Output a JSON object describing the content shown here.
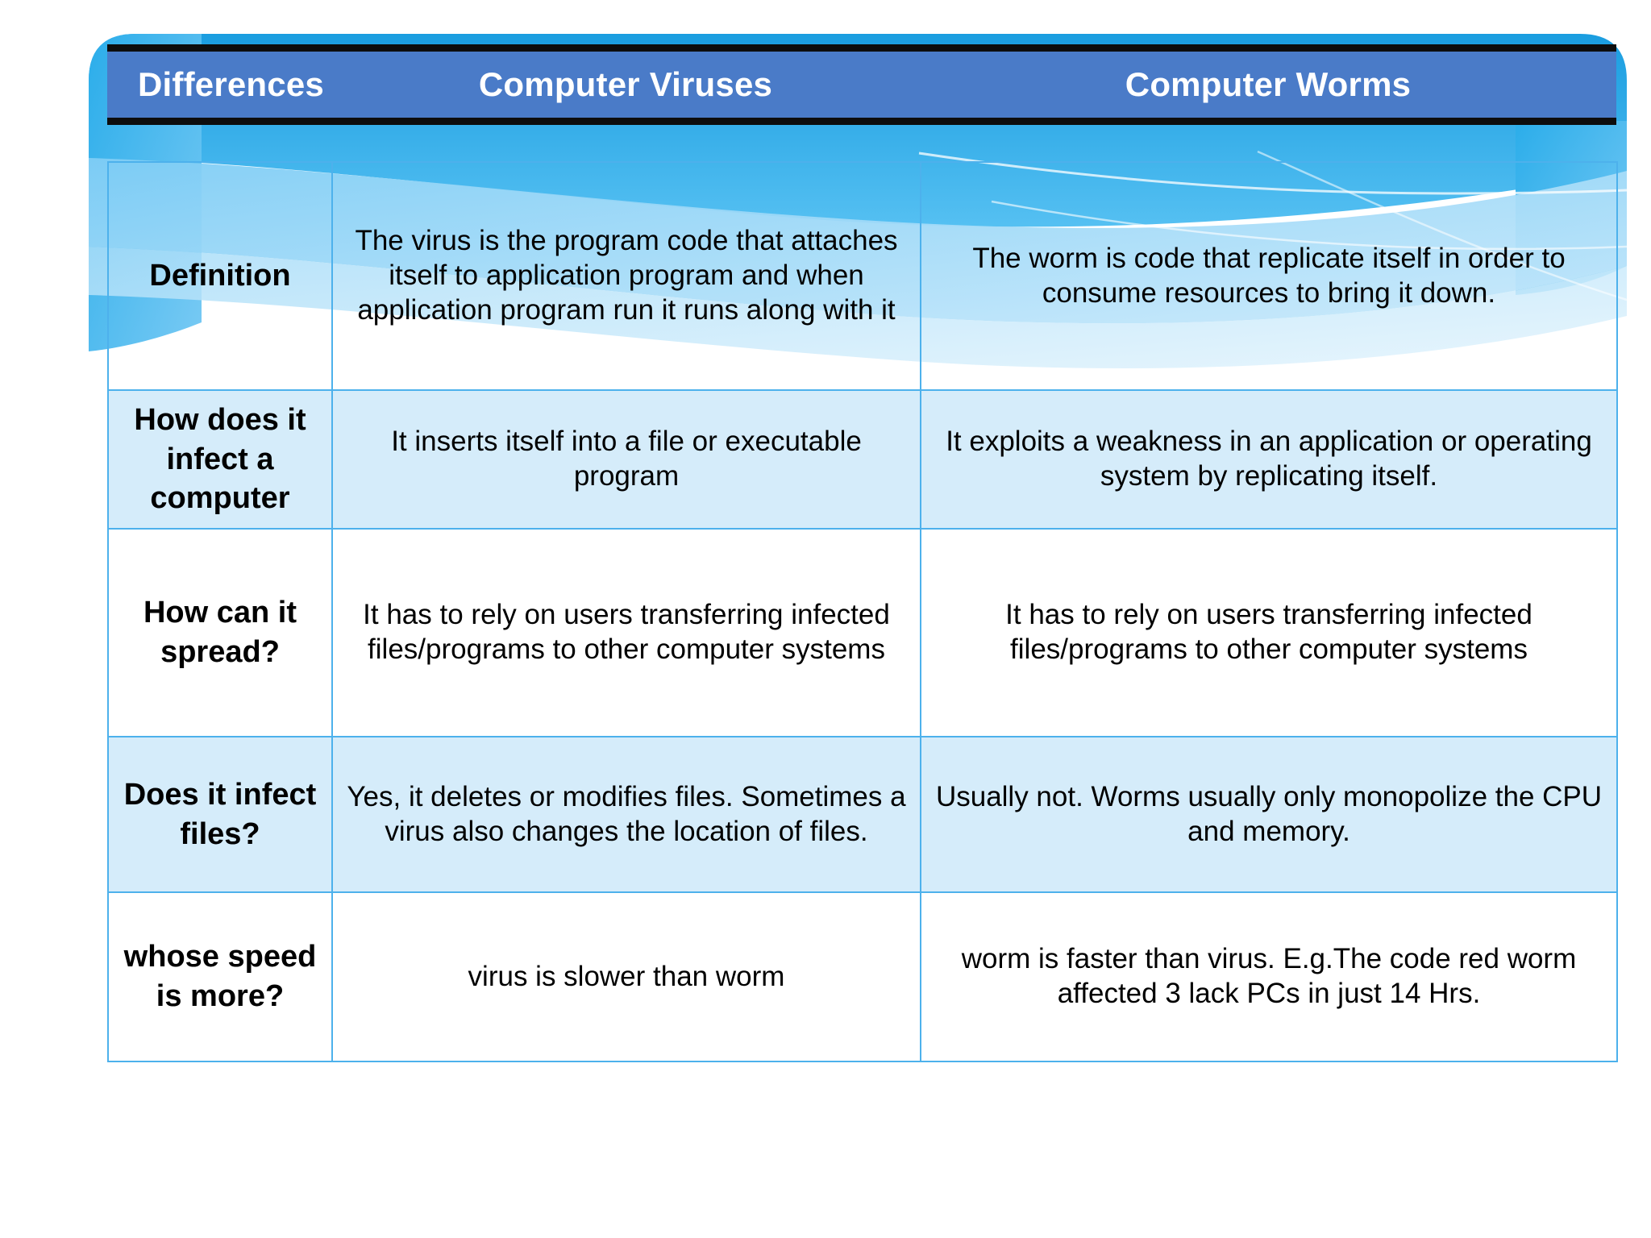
{
  "slide": {
    "accent_color": "#4db1ec",
    "header_bg_color": "#4a7bc8",
    "header_text_color": "#ffffff",
    "row_tint_color": "#d5ecfa",
    "border_color": "#4db1ec"
  },
  "table": {
    "headers": [
      "Differences",
      "Computer Viruses",
      "Computer Worms"
    ],
    "rows": [
      {
        "label": "Definition",
        "virus": "The virus is the program code that attaches itself to application program and when application program run it runs along with it",
        "worm": "The worm is code that replicate itself in order to consume resources to bring it down."
      },
      {
        "label": "How does it infect a computer",
        "virus": "It inserts itself into a file or executable program",
        "worm": "It exploits a weakness in an application or operating system by replicating itself."
      },
      {
        "label": "How can it spread?",
        "virus": "It has to rely on users transferring infected files/programs to other computer systems",
        "worm": "It has to rely on users transferring infected files/programs to other computer systems"
      },
      {
        "label": "Does it infect files?",
        "virus": "Yes, it deletes or modifies files. Sometimes a virus also changes the location of files.",
        "worm": "Usually not. Worms usually only monopolize the CPU and memory."
      },
      {
        "label": "whose speed is more?",
        "virus": "virus is slower than worm",
        "worm": "worm is faster than virus. E.g.The code red worm affected  3 lack PCs in just 14 Hrs."
      }
    ]
  }
}
